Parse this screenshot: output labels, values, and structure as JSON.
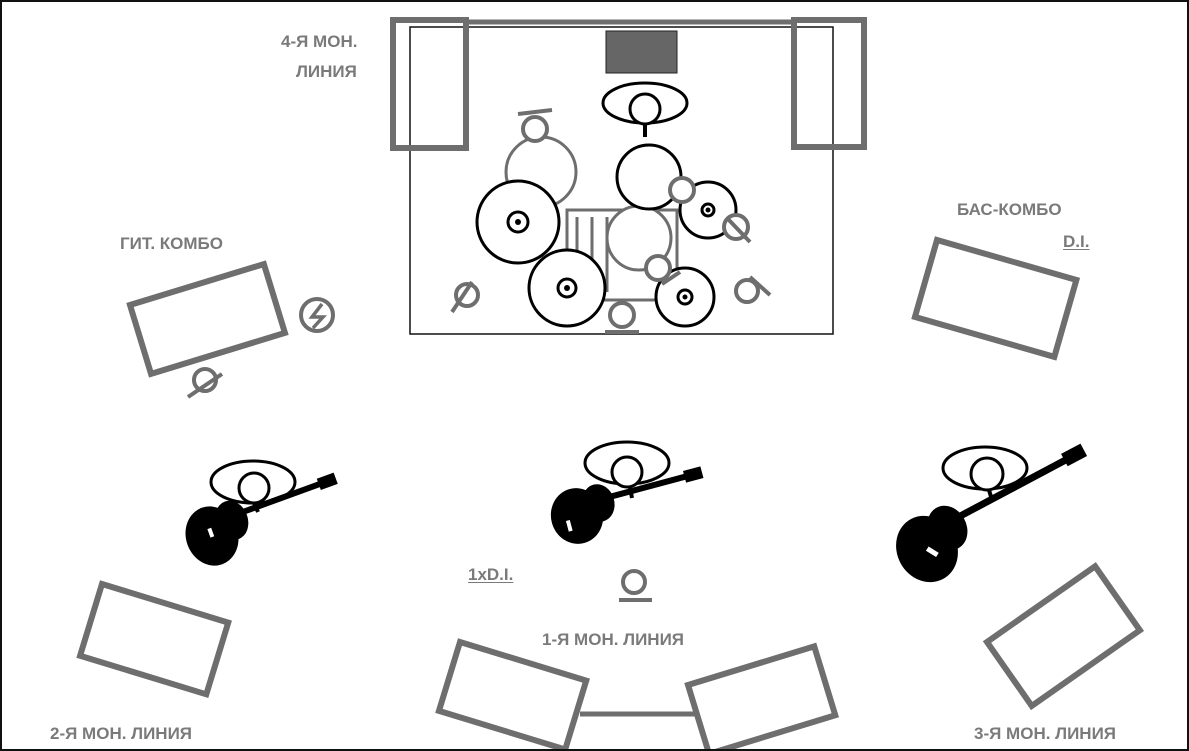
{
  "labels": {
    "mon4_line1": "4-Я МОН.",
    "mon4_line2": "ЛИНИЯ",
    "guitar_combo": "ГИТ. КОМБО",
    "bass_combo": "БАС-КОМБО",
    "bass_di": "D.I.",
    "center_di": "1xD.I.",
    "mon1": "1-Я МОН. ЛИНИЯ",
    "mon2": "2-Я МОН. ЛИНИЯ",
    "mon3": "3-Я МОН. ЛИНИЯ"
  },
  "colors": {
    "equipment_gray": "#6e6e6e",
    "label_gray": "#7a7a7a",
    "riser_dark": "#666666",
    "ink": "#000000"
  },
  "icons": [
    "drum-riser",
    "drum-kit",
    "monitor-wedge",
    "amp-combo",
    "guitar",
    "vocal-mic",
    "power-outlet-icon",
    "mic-stand-icon"
  ]
}
